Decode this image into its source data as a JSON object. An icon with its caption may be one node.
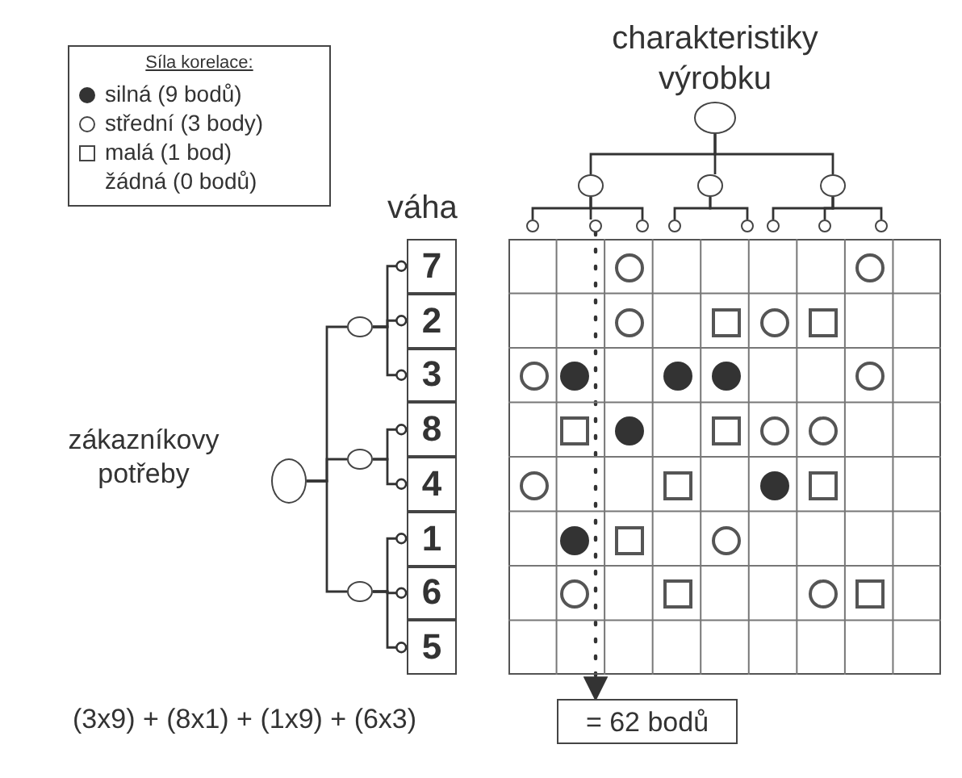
{
  "diagram": {
    "nodes": [
      {
        "text": [],
        "shape": "ellipse",
        "beside": [
          "charakteristiky výrobku"
        ]
      },
      {
        "text": [],
        "shape": "ellipse"
      },
      {
        "text": [],
        "shape": "ellipse"
      },
      {
        "text": [],
        "shape": "ellipse"
      },
      {
        "text": [],
        "shape": "circle"
      },
      {
        "text": [],
        "shape": "circle"
      },
      {
        "text": [],
        "shape": "circle"
      },
      {
        "text": [],
        "shape": "circle"
      },
      {
        "text": [],
        "shape": "circle"
      },
      {
        "text": [],
        "shape": "circle"
      },
      {
        "text": [],
        "shape": "circle"
      },
      {
        "text": [],
        "shape": "circle"
      },
      {
        "text": [],
        "shape": "ellipse",
        "beside": [
          "zákazníkovy potřeby"
        ]
      },
      {
        "text": [],
        "shape": "ellipse"
      },
      {
        "text": [],
        "shape": "ellipse"
      },
      {
        "text": [],
        "shape": "ellipse"
      },
      {
        "text": [
          "7"
        ]
      },
      {
        "text": [
          "2"
        ]
      },
      {
        "text": [
          "3"
        ]
      },
      {
        "text": [
          "8"
        ]
      },
      {
        "text": [
          "4"
        ]
      },
      {
        "text": [
          "1"
        ]
      },
      {
        "text": [
          "6"
        ]
      },
      {
        "text": [
          "5"
        ]
      },
      {
        "text": [],
        "shape": "grid"
      },
      {
        "text": [],
        "shape": "circle",
        "in": 24
      },
      {
        "text": [],
        "shape": "circle",
        "in": 24
      },
      {
        "text": [],
        "shape": "circle",
        "in": 24
      },
      {
        "text": [],
        "shape": "box",
        "in": 24
      },
      {
        "text": [],
        "shape": "circle",
        "in": 24
      },
      {
        "text": [],
        "shape": "box",
        "in": 24
      },
      {
        "text": [],
        "shape": "circle",
        "in": 24
      },
      {
        "text": [],
        "shape": "dot",
        "in": 24
      },
      {
        "text": [],
        "shape": "dot",
        "in": 24
      },
      {
        "text": [],
        "shape": "dot",
        "in": 24
      },
      {
        "text": [],
        "shape": "circle",
        "in": 24
      },
      {
        "text": [],
        "shape": "box",
        "in": 24
      },
      {
        "text": [],
        "shape": "dot",
        "in": 24
      },
      {
        "text": [],
        "shape": "box",
        "in": 24
      },
      {
        "text": [],
        "shape": "circle",
        "in": 24
      },
      {
        "text": [],
        "shape": "circle",
        "in": 24
      },
      {
        "text": [],
        "shape": "circle",
        "in": 24
      },
      {
        "text": [],
        "shape": "box",
        "in": 24
      },
      {
        "text": [],
        "shape": "dot",
        "in": 24
      },
      {
        "text": [],
        "shape": "box",
        "in": 24
      },
      {
        "text": [],
        "shape": "dot",
        "in": 24
      },
      {
        "text": [],
        "shape": "box",
        "in": 24
      },
      {
        "text": [],
        "shape": "circle",
        "in": 24
      },
      {
        "text": [],
        "shape": "circle",
        "in": 24
      },
      {
        "text": [],
        "shape": "box",
        "in": 24
      },
      {
        "text": [],
        "shape": "circle",
        "in": 24
      },
      {
        "text": [],
        "shape": "box",
        "in": 24
      },
      {
        "text": [
          "= 62 bodů"
        ]
      }
    ],
    "edges": [
      {
        "from": 0,
        "to": 1,
        "arrow": "none"
      },
      {
        "from": 0,
        "to": 2,
        "arrow": "none"
      },
      {
        "from": 0,
        "to": 3,
        "arrow": "none"
      },
      {
        "from": 1,
        "to": 4,
        "arrow": "none"
      },
      {
        "from": 1,
        "to": 5,
        "arrow": "none"
      },
      {
        "from": 1,
        "to": 6,
        "arrow": "none"
      },
      {
        "from": 2,
        "to": 7,
        "arrow": "none"
      },
      {
        "from": 2,
        "to": 8,
        "arrow": "none"
      },
      {
        "from": 3,
        "to": 9,
        "arrow": "none"
      },
      {
        "from": 3,
        "to": 10,
        "arrow": "none"
      },
      {
        "from": 3,
        "to": 11,
        "arrow": "none"
      },
      {
        "from": 12,
        "to": 13,
        "arrow": "none"
      },
      {
        "from": 12,
        "to": 14,
        "arrow": "none"
      },
      {
        "from": 12,
        "to": 15,
        "arrow": "none"
      },
      {
        "from": 13,
        "to": 16,
        "arrow": "other"
      },
      {
        "from": 13,
        "to": 17,
        "arrow": "other"
      },
      {
        "from": 13,
        "to": 18,
        "arrow": "other"
      },
      {
        "from": 14,
        "to": 19,
        "arrow": "other"
      },
      {
        "from": 14,
        "to": 20,
        "arrow": "other"
      },
      {
        "from": 15,
        "to": 21,
        "arrow": "other"
      },
      {
        "from": 15,
        "to": 22,
        "arrow": "other"
      },
      {
        "from": 15,
        "to": 23,
        "arrow": "other"
      },
      {
        "from": 5,
        "to": 52,
        "arrow": "to",
        "style": "dashed"
      }
    ],
    "labels": [
      "Síla korelace:",
      "váha",
      "(3x9) + (8x1) + (1x9) + (6x3)"
    ],
    "legend": [
      {
        "text": "silná (9 bodů)"
      },
      {
        "text": "střední (3 body)"
      },
      {
        "text": "malá (1 bod)"
      },
      {
        "text": "žádná (0 bodů)"
      }
    ]
  }
}
